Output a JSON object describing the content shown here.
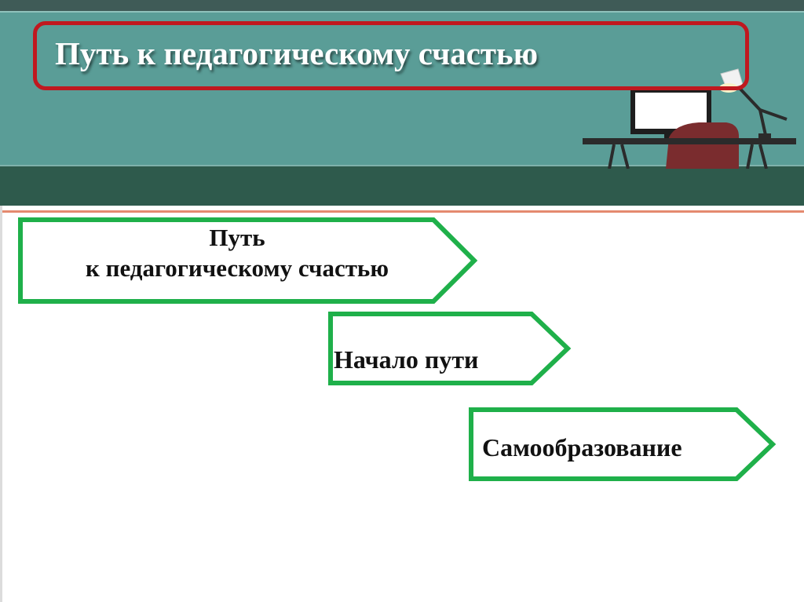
{
  "slide": {
    "title": "Путь к педагогическому счастью"
  },
  "steps": [
    {
      "line1": "Путь",
      "line2": "к педагогическому счастью"
    },
    {
      "label": "Начало пути"
    },
    {
      "label": "Самообразование"
    }
  ],
  "colors": {
    "header_teal": "#5a9d97",
    "band_dark_green": "#2e5a4c",
    "title_frame_red": "#c0181f",
    "arrow_border_green": "#1fb04a",
    "accent_line": "#e48a6f"
  },
  "icons": {
    "header_illustration": "desk-computer-lamp-chair-icon"
  }
}
